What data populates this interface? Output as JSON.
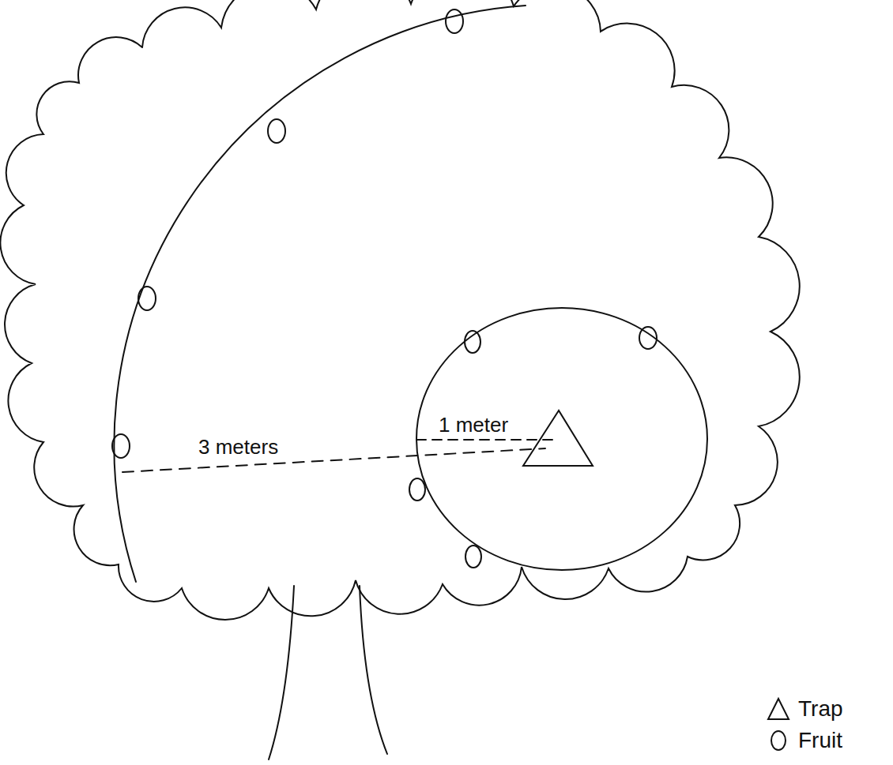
{
  "diagram": {
    "labels": [
      "3 meters",
      "1 meter"
    ],
    "legend": [
      {
        "text": "Trap"
      },
      {
        "text": "Fruit"
      }
    ]
  }
}
